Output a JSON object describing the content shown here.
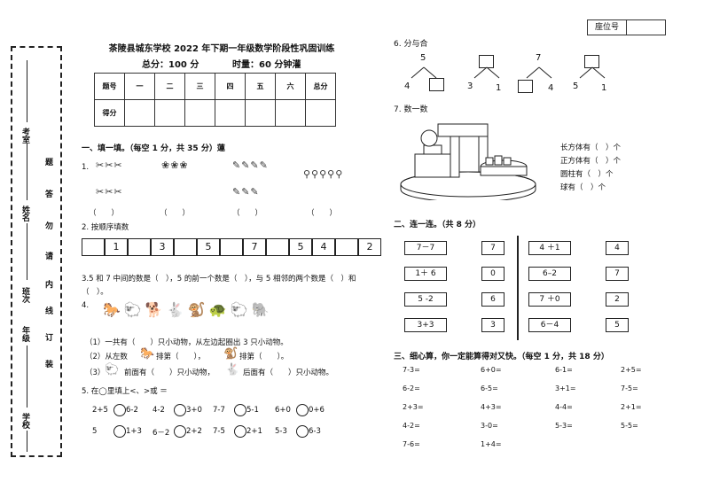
{
  "seat": {
    "label": "座位号"
  },
  "binding": {
    "school": "学校",
    "grade": "年级",
    "class": "班次",
    "name": "姓名",
    "exam_no": "考室",
    "seal": [
      "装",
      "订",
      "线",
      "内",
      "请",
      "勿",
      "答",
      "题"
    ]
  },
  "header": {
    "title": "茶陵县城东学校 2022 年下期一年级数学阶段性巩固训练",
    "total": "总分：100 分",
    "time": "时量：60 分钟灌"
  },
  "score_table": {
    "headers": [
      "题号",
      "一",
      "二",
      "三",
      "四",
      "五",
      "六",
      "总分"
    ],
    "row_label": "得分"
  },
  "s1": {
    "title": "一、填一填。（每空 1 分，共 35 分）蓮",
    "q1": "1.",
    "q1_icons_top": [
      "✂✂✂",
      "❀❀❀",
      "✎✎✎✎",
      "⚲⚲⚲⚲⚲"
    ],
    "q1_icons_bottom": [
      "✂✂✂",
      "✎✎✎"
    ],
    "q1_blanks": [
      "（　　）",
      "（　　）",
      "（　　）",
      "（　　）"
    ],
    "q2": "2. 按顺序填数",
    "seq": [
      "",
      "1",
      "",
      "3",
      "",
      "5",
      "",
      "7",
      "",
      "5",
      "4",
      "",
      "2"
    ],
    "q3": "3.5 和 7 中间的数是（　），5 的前一个数是（　），与 5 相邻的两个数是（　）和（　）。",
    "q4": "4.",
    "q4_a": "（1）一共有（　　）只小动物，从左边起圈出 3 只小动物。",
    "q4_b1": "（2）从左数",
    "q4_b2": "排第（　　），",
    "q4_b3": "排第（　　）。",
    "q4_c1": "（3）",
    "q4_c2": "前面有（　　）只小动物，",
    "q4_c3": "后面有（　　）只小动物。",
    "q5": "5. 在◯里填上<、>或 ＝",
    "q5_rows": [
      [
        "2+5",
        "6-2",
        "4-2",
        "3+0",
        "7-7",
        "5-1",
        "6+0",
        "0+6"
      ],
      [
        "5",
        "1+3",
        "6－2",
        "2+2",
        "7-5",
        "2+1",
        "5-3",
        "6-3"
      ]
    ]
  },
  "s6": {
    "title": "6. 分与合",
    "trees": [
      {
        "top": "5",
        "left": "4",
        "right": ""
      },
      {
        "top": "",
        "left": "3",
        "right": "1"
      },
      {
        "top": "7",
        "left": "",
        "right": "4"
      },
      {
        "top": "",
        "left": "5",
        "right": "1"
      }
    ]
  },
  "s7": {
    "title": "7. 数一数",
    "items": [
      "长方体有（　）个",
      "正方体有（　）个",
      "圆柱有（　）个",
      "球有（　）个"
    ]
  },
  "s2": {
    "title": "二、连一连。（共 8 分）",
    "left_pairs": [
      "7－7",
      "1＋ 6",
      "5 -2",
      "3+3"
    ],
    "left_singles": [
      "7",
      "0",
      "6",
      "3"
    ],
    "right_pairs": [
      "4 ＋1",
      "6–2",
      "7 ＋0",
      "6－4"
    ],
    "right_singles": [
      "4",
      "7",
      "2",
      "5"
    ]
  },
  "s3": {
    "title": "三、细心算，你一定能算得对又快。（每空 1 分，共 18 分）",
    "rows": [
      [
        "7-3=",
        "6+0=",
        "6-1=",
        "2+5="
      ],
      [
        "6-2=",
        "6-5=",
        "3+1=",
        "7-5="
      ],
      [
        "2+3=",
        "4+3=",
        "4-4=",
        "2+1="
      ],
      [
        "4-2=",
        "3-0=",
        "5-3=",
        "5-5="
      ],
      [
        "7-6=",
        "1+4=",
        "",
        ""
      ]
    ]
  }
}
